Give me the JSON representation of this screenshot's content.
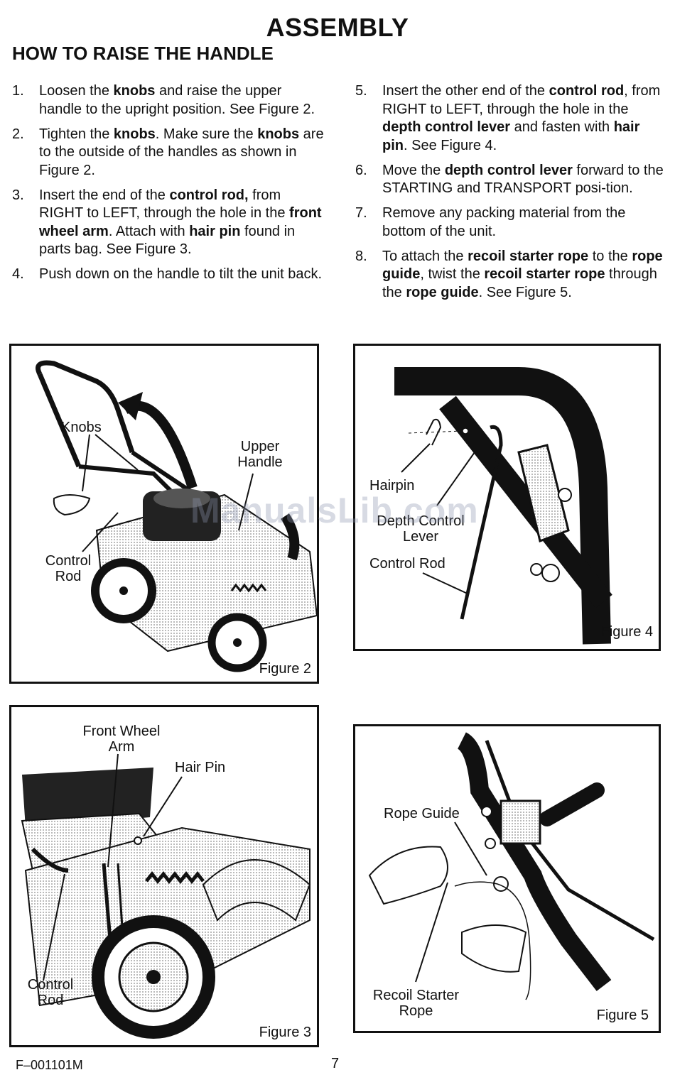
{
  "page": {
    "title": "ASSEMBLY",
    "subtitle": "HOW TO RAISE THE HANDLE",
    "footer_code": "F–001101M",
    "page_number": "7",
    "watermark": "ManualsLib.com"
  },
  "steps_left": [
    {
      "num": "1.",
      "parts": [
        {
          "t": "Loosen the "
        },
        {
          "t": "knobs",
          "b": true
        },
        {
          "t": " and raise the upper handle to the upright position. See Figure 2."
        }
      ]
    },
    {
      "num": "2.",
      "parts": [
        {
          "t": "Tighten the "
        },
        {
          "t": "knobs",
          "b": true
        },
        {
          "t": ". Make sure the "
        },
        {
          "t": "knobs",
          "b": true
        },
        {
          "t": " are to the outside of the handles as shown in Figure 2."
        }
      ]
    },
    {
      "num": "3.",
      "parts": [
        {
          "t": "Insert the end of the "
        },
        {
          "t": "control rod,",
          "b": true
        },
        {
          "t": " from RIGHT to LEFT, through the hole in the "
        },
        {
          "t": "front wheel arm",
          "b": true
        },
        {
          "t": ". Attach with "
        },
        {
          "t": "hair pin",
          "b": true
        },
        {
          "t": " found in parts bag. See Figure 3."
        }
      ]
    },
    {
      "num": "4.",
      "parts": [
        {
          "t": "Push down on the handle to tilt the unit back."
        }
      ]
    }
  ],
  "steps_right": [
    {
      "num": "5.",
      "parts": [
        {
          "t": "Insert the other end of the "
        },
        {
          "t": "control rod",
          "b": true
        },
        {
          "t": ", from RIGHT to LEFT, through the hole in the "
        },
        {
          "t": "depth control lever",
          "b": true
        },
        {
          "t": " and fasten with "
        },
        {
          "t": "hair pin",
          "b": true
        },
        {
          "t": ". See Figure 4."
        }
      ]
    },
    {
      "num": "6.",
      "parts": [
        {
          "t": "Move the "
        },
        {
          "t": "depth control lever",
          "b": true
        },
        {
          "t": " forward to the STARTING and TRANSPORT posi-tion."
        }
      ]
    },
    {
      "num": "7.",
      "parts": [
        {
          "t": "Remove any packing material from the bottom of the unit."
        }
      ]
    },
    {
      "num": "8.",
      "parts": [
        {
          "t": "To attach the "
        },
        {
          "t": "recoil starter rope",
          "b": true
        },
        {
          "t": " to the "
        },
        {
          "t": "rope guide",
          "b": true
        },
        {
          "t": ", twist the "
        },
        {
          "t": "recoil starter rope",
          "b": true
        },
        {
          "t": " through the "
        },
        {
          "t": "rope guide",
          "b": true
        },
        {
          "t": ". See Figure 5."
        }
      ]
    }
  ],
  "figure2": {
    "caption": "Figure 2",
    "knobs": "Knobs",
    "upper_handle": "Upper Handle",
    "control_rod": "Control Rod"
  },
  "figure3": {
    "caption": "Figure 3",
    "front_wheel_arm": "Front Wheel Arm",
    "hair_pin": "Hair Pin",
    "control_rod": "Control Rod"
  },
  "figure4": {
    "caption": "Figure 4",
    "hairpin": "Hairpin",
    "depth_control_lever": "Depth Control Lever",
    "control_rod": "Control Rod"
  },
  "figure5": {
    "caption": "Figure 5",
    "rope_guide": "Rope Guide",
    "recoil_starter_rope": "Recoil Starter Rope"
  }
}
